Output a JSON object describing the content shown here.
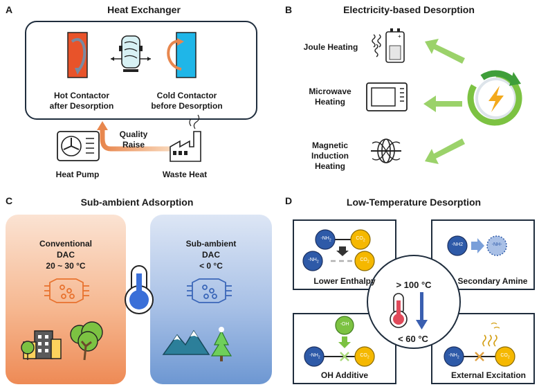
{
  "panel_a": {
    "letter": "A",
    "title": "Heat Exchanger",
    "hot_contactor": [
      "Hot Contactor",
      "after Desorption"
    ],
    "cold_contactor": [
      "Cold Contactor",
      "before Desorption"
    ],
    "quality_raise": [
      "Quality",
      "Raise"
    ],
    "heat_pump": "Heat Pump",
    "waste_heat": "Waste Heat"
  },
  "panel_b": {
    "letter": "B",
    "title": "Electricity-based Desorption",
    "joule": "Joule Heating",
    "microwave": [
      "Microwave",
      "Heating"
    ],
    "magnetic": [
      "Magnetic",
      "Induction",
      "Heating"
    ]
  },
  "panel_c": {
    "letter": "C",
    "title": "Sub-ambient Adsorption",
    "conventional": [
      "Conventional",
      "DAC",
      "20 ~ 30 °C"
    ],
    "subambient": [
      "Sub-ambient",
      "DAC",
      "< 0 °C"
    ]
  },
  "panel_d": {
    "letter": "D",
    "title": "Low-Temperature Desorption",
    "lower_enthalpy": "Lower Enthalpy",
    "secondary_amine": "Secondary Amine",
    "oh_additive": "OH Additive",
    "external_excitation": "External Excitation",
    "temp_high": "> 100 °C",
    "temp_low": "< 60 °C",
    "nh2": "-NH",
    "nh2_sub": "2",
    "nh2_alt": "-NH2",
    "nh": "-NH-",
    "co2": "CO",
    "co2_sub": "2",
    "oh": "-OH"
  },
  "colors": {
    "hot": "#e8532a",
    "cold": "#1fb6e8",
    "orange_arrow": "#e8874e",
    "green": "#7cc242",
    "amine_blue": "#2e5aa8",
    "co2_yellow": "#f5b800",
    "oh_green": "#7cc242"
  }
}
